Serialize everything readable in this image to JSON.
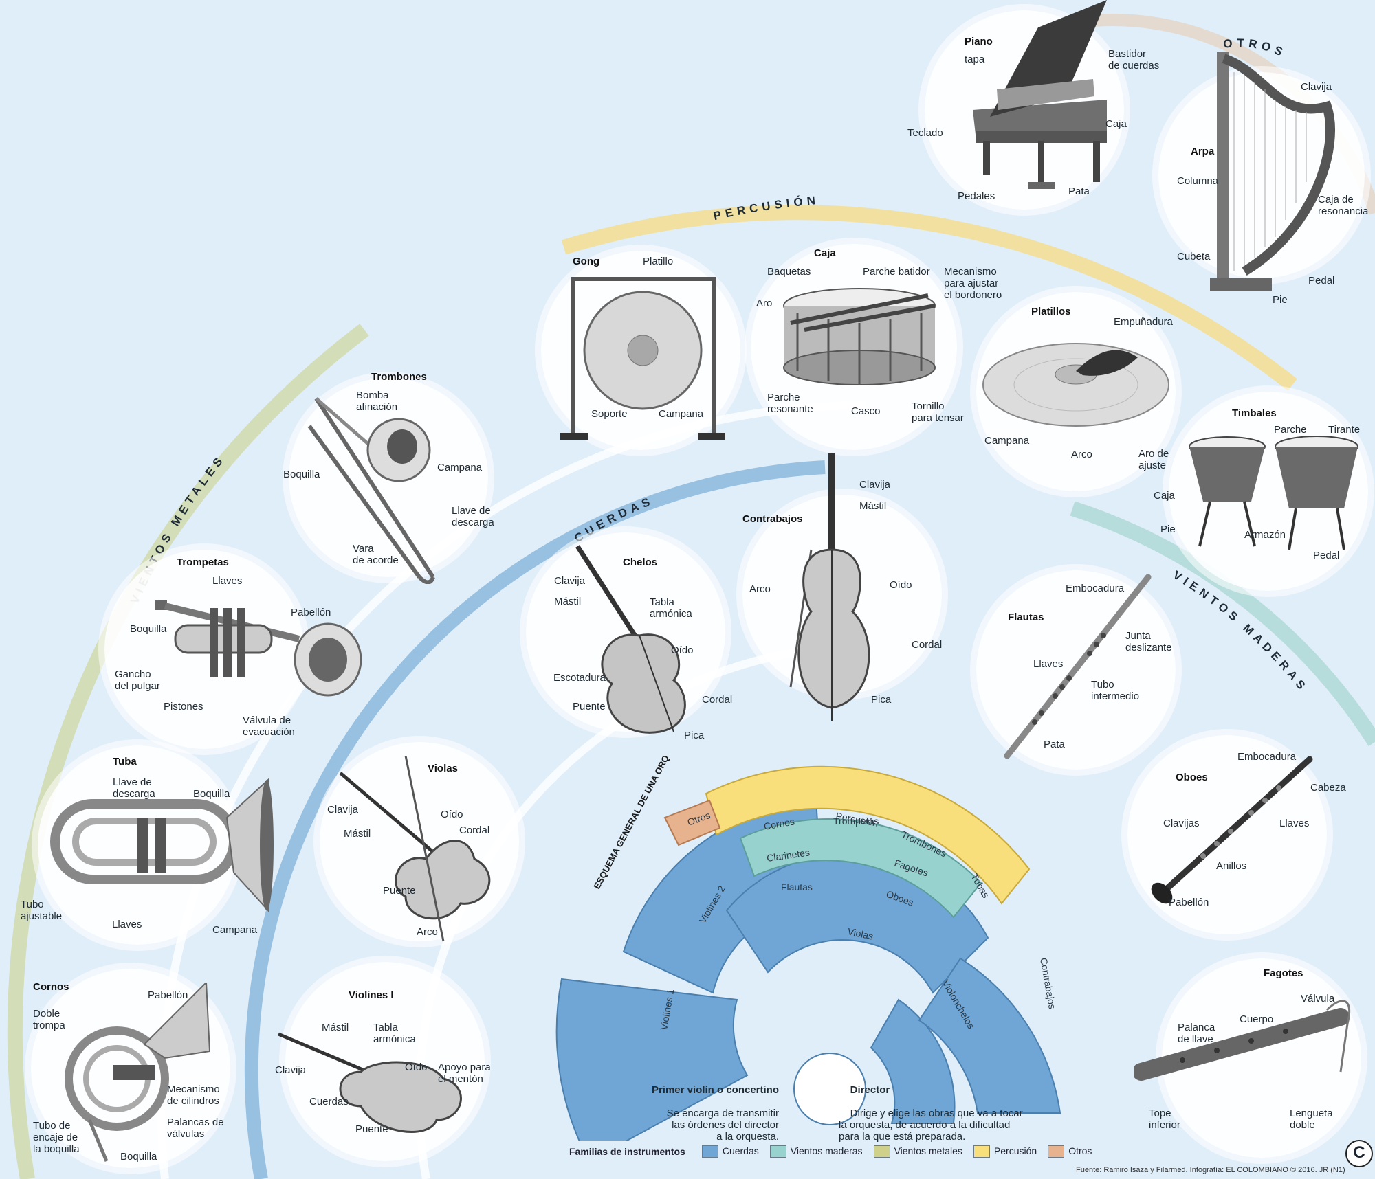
{
  "families": {
    "otros": "OTROS",
    "percusion": "PERCUSIÓN",
    "cuerdas": "CUERDAS",
    "vientos_metales": "VIENTOS METALES",
    "vientos_maderas": "VIENTOS MADERAS"
  },
  "instruments": {
    "piano": {
      "title": "Piano",
      "labels": [
        "tapa",
        "Bastidor\nde cuerdas",
        "Teclado",
        "Caja",
        "Pedales",
        "Pata"
      ]
    },
    "arpa": {
      "title": "Arpa",
      "labels": [
        "Clavija",
        "Columna",
        "Caja de\nresonancia",
        "Cubeta",
        "Pedal",
        "Pie"
      ]
    },
    "gong": {
      "title": "Gong",
      "labels": [
        "Platillo",
        "Soporte",
        "Campana"
      ]
    },
    "caja": {
      "title": "Caja",
      "labels": [
        "Baquetas",
        "Parche batidor",
        "Mecanismo\npara ajustar\nel bordonero",
        "Aro",
        "Parche\nresonante",
        "Casco",
        "Tornillo\npara tensar"
      ]
    },
    "platillos": {
      "title": "Platillos",
      "labels": [
        "Empuñadura",
        "Campana",
        "Arco"
      ]
    },
    "timbales": {
      "title": "Timbales",
      "labels": [
        "Parche",
        "Tirante",
        "Aro de\najuste",
        "Caja",
        "Pie",
        "Armazón",
        "Pedal"
      ]
    },
    "trombones": {
      "title": "Trombones",
      "labels": [
        "Bomba\nafinación",
        "Boquilla",
        "Campana",
        "Llave de\ndescarga",
        "Vara\nde acorde"
      ]
    },
    "trompetas": {
      "title": "Trompetas",
      "labels": [
        "Llaves",
        "Pabellón",
        "Boquilla",
        "Gancho\ndel pulgar",
        "Pistones",
        "Válvula de\nevacuación"
      ]
    },
    "tuba": {
      "title": "Tuba",
      "labels": [
        "Llave de\ndescarga",
        "Boquilla",
        "Tubo\najustable",
        "Llaves",
        "Campana"
      ]
    },
    "cornos": {
      "title": "Cornos",
      "labels": [
        "Pabellón",
        "Doble\ntrompa",
        "Mecanismo\nde cilindros",
        "Palancas de\nválvulas",
        "Tubo de\nencaje de\nla boquilla",
        "Boquilla"
      ]
    },
    "contrabajos": {
      "title": "Contrabajos",
      "labels": [
        "Clavija",
        "Mástil",
        "Arco",
        "Oído",
        "Cordal",
        "Pica"
      ]
    },
    "chelos": {
      "title": "Chelos",
      "labels": [
        "Clavija",
        "Mástil",
        "Tabla\narmónica",
        "Oído",
        "Escotadura",
        "Puente",
        "Cordal",
        "Pica"
      ]
    },
    "violas": {
      "title": "Violas",
      "labels": [
        "Clavija",
        "Mástil",
        "Oído",
        "Cordal",
        "Puente",
        "Arco"
      ]
    },
    "violines": {
      "title": "Violines I",
      "labels": [
        "Mástil",
        "Tabla\narmónica",
        "Oído",
        "Apoyo para\nel mentón",
        "Clavija",
        "Cuerdas",
        "Puente"
      ]
    },
    "flautas": {
      "title": "Flautas",
      "labels": [
        "Embocadura",
        "Junta\ndeslizante",
        "Llaves",
        "Tubo\nintermedio",
        "Pata"
      ]
    },
    "oboes": {
      "title": "Oboes",
      "labels": [
        "Embocadura",
        "Cabeza",
        "Clavijas",
        "Llaves",
        "Anillos",
        "Pabellón"
      ]
    },
    "fagotes": {
      "title": "Fagotes",
      "labels": [
        "Válvula",
        "Cuerpo",
        "Palanca\nde llave",
        "Tope\ninferior",
        "Lengueta\ndoble"
      ]
    }
  },
  "scheme": {
    "title": "ESQUEMA GENERAL DE UNA ORQUESTA",
    "segments": [
      "Percusión",
      "Otros",
      "Cornos",
      "Trompetas",
      "Trombones",
      "Tubas",
      "Clarinetes",
      "Fagotes",
      "Flautas",
      "Oboes",
      "Violines 2",
      "Violas",
      "Violines 1",
      "Violonchelos",
      "Contrabajos"
    ],
    "note_left_title": "Primer violín o concertino",
    "note_left_text": "Se encarga de transmitir\nlas órdenes del director\na la orquesta.",
    "note_right_title": "Director",
    "note_right_text": "Dirige y elige las obras que va a tocar\nla orquesta, de acuerdo a la dificultad\npara la que está preparada."
  },
  "legend": {
    "title": "Familias de instrumentos",
    "items": [
      {
        "label": "Cuerdas",
        "color": "#6fa6d6"
      },
      {
        "label": "Vientos maderas",
        "color": "#98d2cf"
      },
      {
        "label": "Vientos metales",
        "color": "#cfd08a"
      },
      {
        "label": "Percusión",
        "color": "#f8df7b"
      },
      {
        "label": "Otros",
        "color": "#e7b38f"
      }
    ]
  },
  "source": "Fuente: Ramiro Isaza y Filarmed. Infografía: EL COLOMBIANO © 2016. JR (N1)",
  "logo": "C"
}
